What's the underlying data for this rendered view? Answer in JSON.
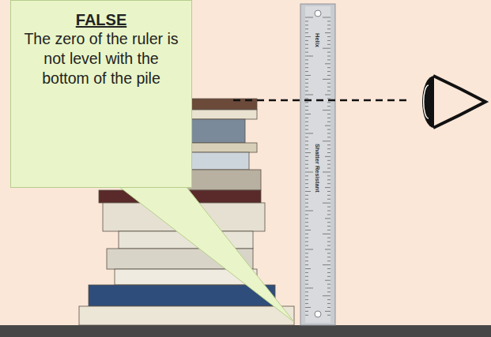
{
  "diagram": {
    "nodes": [
      {
        "text": [
          "FALSE",
          "The zero of the ruler is not level with the bottom of the pile"
        ]
      }
    ],
    "labels": [
      "Helix",
      "Shatter Resistant"
    ]
  }
}
